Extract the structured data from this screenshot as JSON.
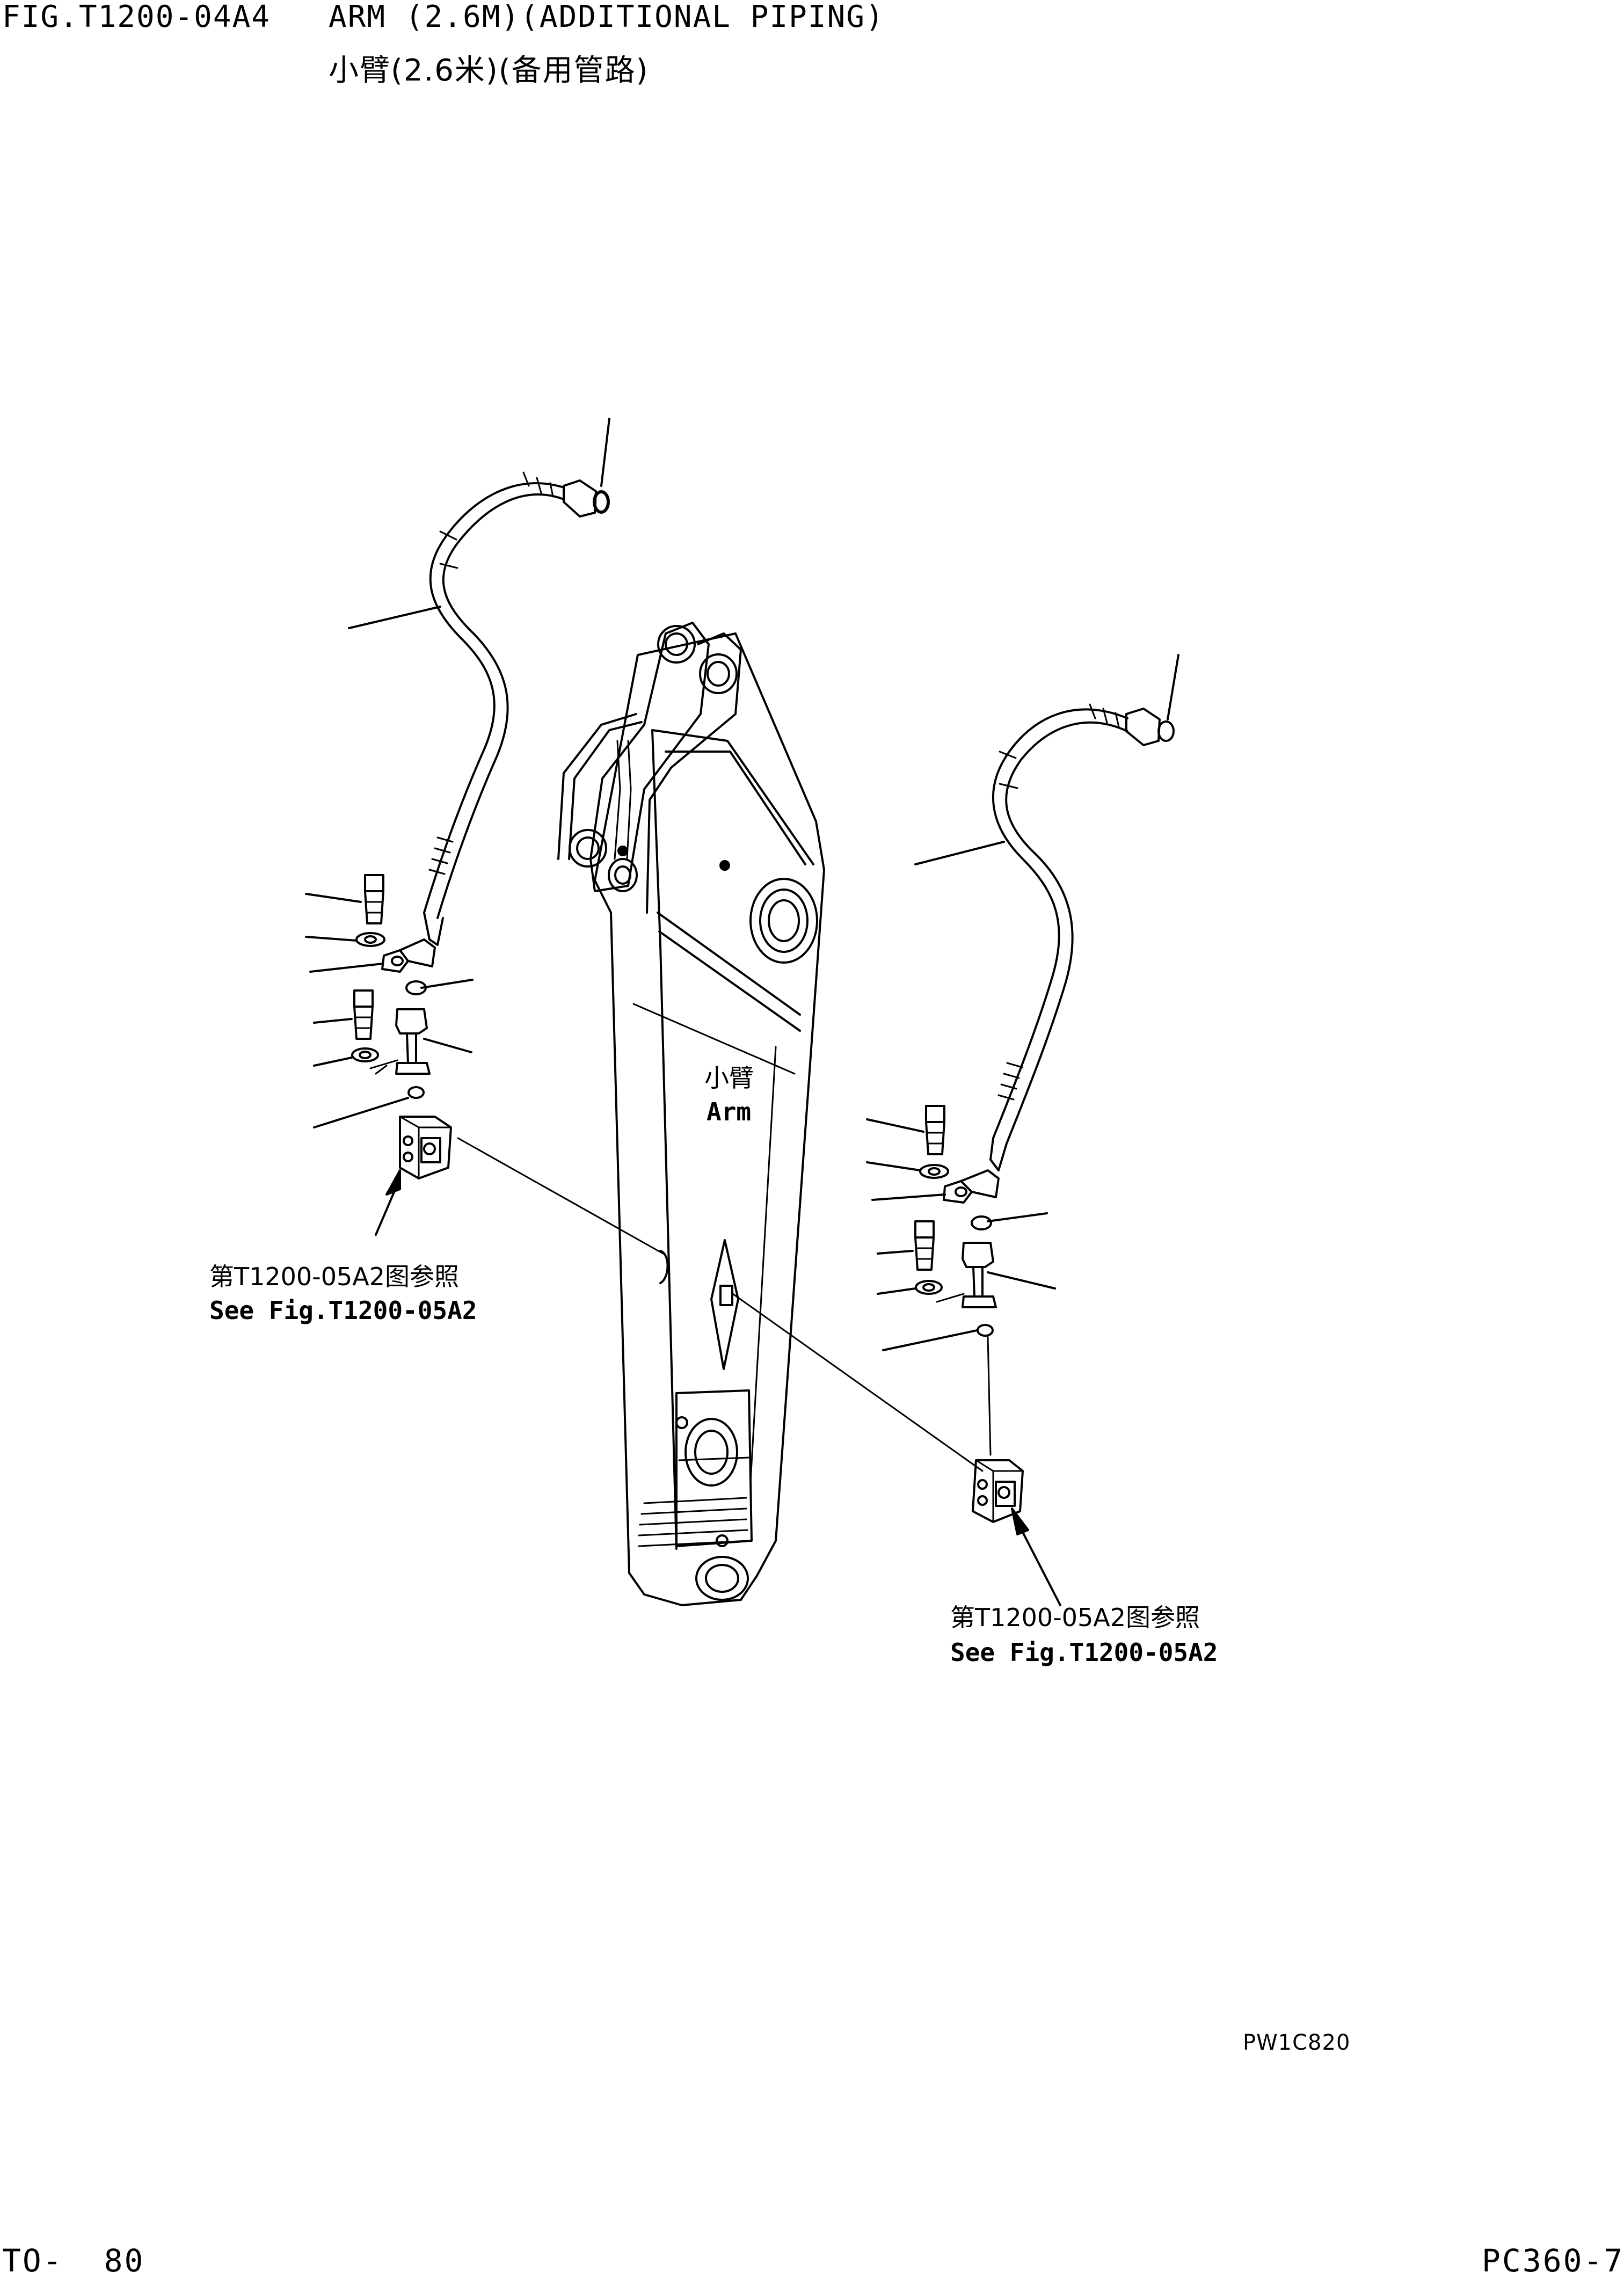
{
  "header": {
    "fig_id": "FIG.T1200-04A4",
    "title_en": "ARM (2.6M)(ADDITIONAL PIPING)",
    "title_cn": "小臂(2.6米)(备用管路)"
  },
  "labels": {
    "arm_cn": "小臂",
    "arm_en": "Arm",
    "ref_left_cn": "第T1200-05A2图参照",
    "ref_left_en": "See Fig.T1200-05A2",
    "ref_right_cn": "第T1200-05A2图参照",
    "ref_right_en": "See Fig.T1200-05A2"
  },
  "footer": {
    "drawing_code": "PW1C820",
    "page": "TO-  80",
    "model": "PC360-7"
  }
}
